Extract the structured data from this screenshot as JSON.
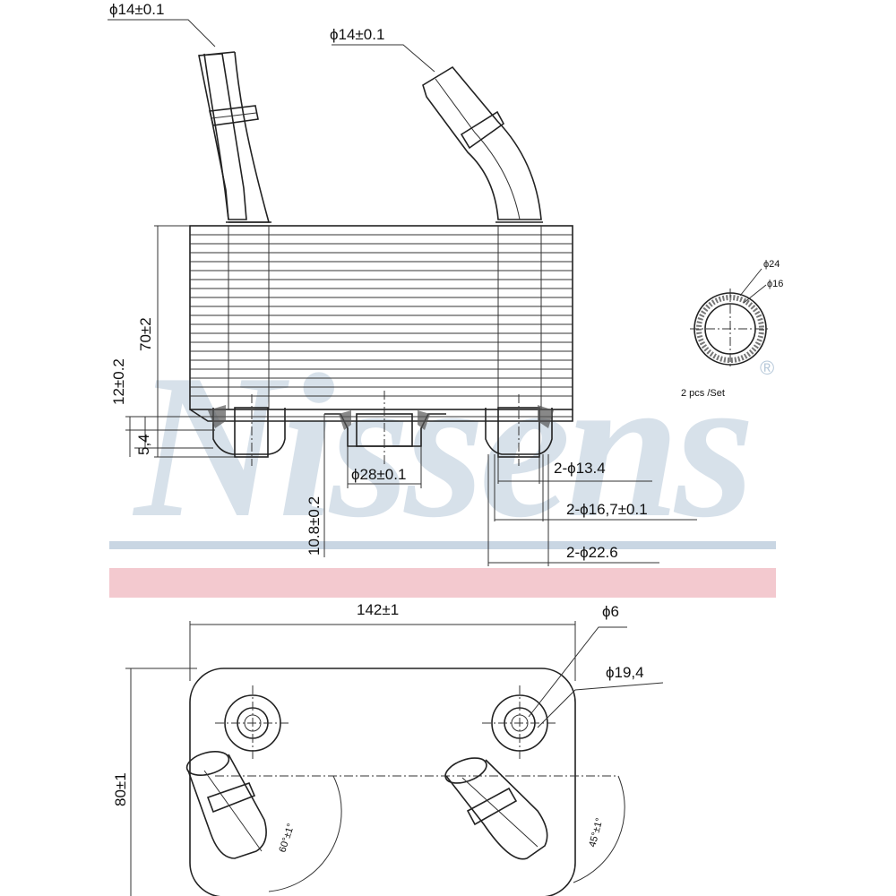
{
  "watermark": {
    "brand": "Nissens",
    "registered_mark": "®",
    "stripe_blue": "#c9d6e3",
    "stripe_red": "#f3c9cf"
  },
  "side_view": {
    "pipe_left_dia": "ϕ14±0.1",
    "pipe_right_dia": "ϕ14±0.1",
    "height_70": "70±2",
    "height_12": "12±0.2",
    "height_54": "5,4",
    "depth_108": "10.8±0.2",
    "center_dia": "ϕ28±0.1",
    "port_dia_134": "2-ϕ13.4",
    "port_dia_167": "2-ϕ16,7±0.1",
    "port_dia_226": "2-ϕ22.6"
  },
  "seal_detail": {
    "outer_dia": "ϕ24",
    "inner_dia": "ϕ16",
    "quantity_note": "2 pcs /Set"
  },
  "top_view": {
    "width_142": "142±1",
    "height_80": "80±1",
    "hole_dia_6": "ϕ6",
    "boss_dia_194": "ϕ19,4",
    "angle_left": "60°±1°",
    "angle_right": "45°±1°"
  }
}
